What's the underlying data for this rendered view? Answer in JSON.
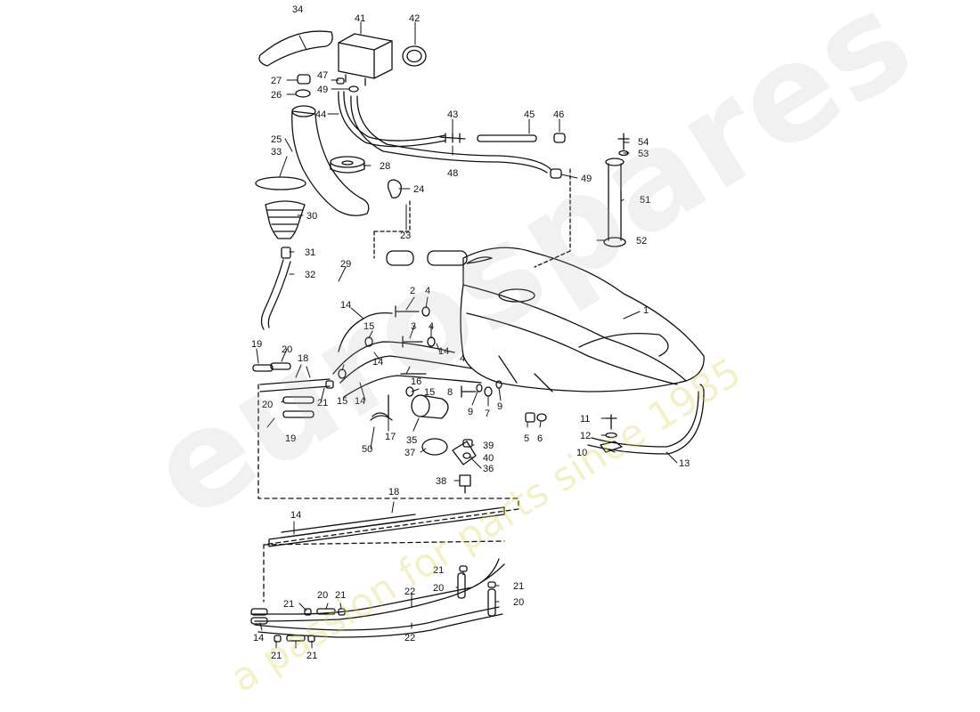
{
  "watermark": {
    "logo_text": "eurospares",
    "tagline": "a passion for parts since 1985",
    "logo_color": "#b4b4b4",
    "tagline_color": "#dcd25a"
  },
  "labels": [
    "1",
    "2",
    "3",
    "4",
    "4",
    "4",
    "5",
    "6",
    "7",
    "8",
    "9",
    "9",
    "10",
    "11",
    "12",
    "13",
    "14",
    "14",
    "14",
    "14",
    "14",
    "14",
    "15",
    "15",
    "15",
    "16",
    "17",
    "18",
    "18",
    "19",
    "19",
    "20",
    "20",
    "20",
    "20",
    "20",
    "21",
    "21",
    "21",
    "21",
    "21",
    "21",
    "21",
    "22",
    "22",
    "23",
    "24",
    "25",
    "26",
    "27",
    "28",
    "29",
    "30",
    "31",
    "32",
    "33",
    "34",
    "35",
    "36",
    "37",
    "38",
    "39",
    "40",
    "41",
    "42",
    "43",
    "44",
    "45",
    "46",
    "47",
    "48",
    "49",
    "49",
    "50",
    "51",
    "52",
    "53",
    "54"
  ]
}
